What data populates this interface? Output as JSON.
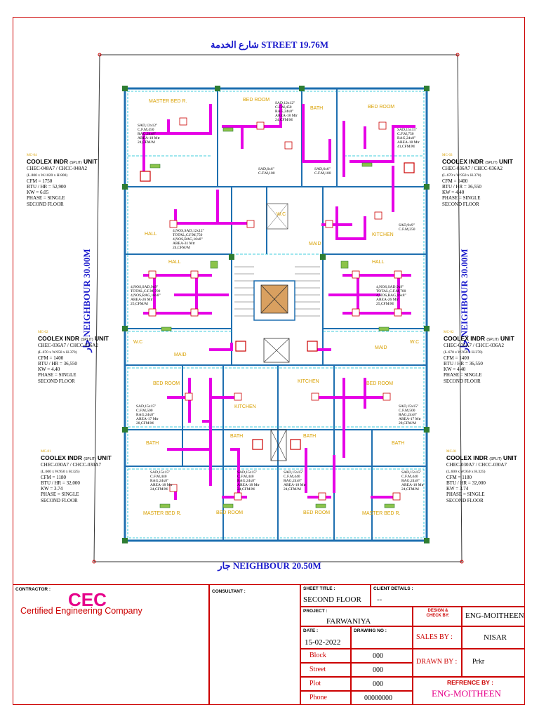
{
  "header": {
    "street_label": "شارع الخدمة STREET 19.76M",
    "neighbour_left": "جار NEIGHBOUR 30.00M",
    "neighbour_right": "جار NEIGHBOUR 30.00M",
    "neighbour_bottom": "جار NEIGHBOUR 20.50M"
  },
  "units": [
    {
      "tag": "MC-04",
      "title": "COOLEX INDR",
      "title_small": "(SPLIT)",
      "title_end": "UNIT",
      "model": "CHEC-048A7 / CHCC-048A2",
      "dims": "(L.800 x W.1020 x H.800)",
      "cfm": "CFM = 1750",
      "btu": "BTU / HR = 52,900",
      "kw": "KW = 6.05",
      "phase": "PHASE = SINGLE",
      "floor": "SECOND FLOOR"
    },
    {
      "tag": "MC-03",
      "title": "COOLEX INDR",
      "title_small": "(SPLIT)",
      "title_end": "UNIT",
      "model": "CHEC-036A7 / CHCC-036A2",
      "dims": "(L.670 x W.950 x H.370)",
      "cfm": "CFM = 1400",
      "btu": "BTU / HR = 36,550",
      "kw": "KW = 4.40",
      "phase": "PHASE = SINGLE",
      "floor": "SECOND FLOOR"
    },
    {
      "tag": "MC-02",
      "title": "COOLEX INDR",
      "title_small": "(SPLIT)",
      "title_end": "UNIT",
      "model": "CHEC-036A7 / CHCC-036A2",
      "dims": "(L.670 x W.950 x H.370)",
      "cfm": "CFM = 1400",
      "btu": "BTU / HR = 36,550",
      "kw": "KW = 4.40",
      "phase": "PHASE = SINGLE",
      "floor": "SECOND FLOOR"
    },
    {
      "tag": "MC-02",
      "title": "COOLEX INDR",
      "title_small": "(SPLIT)",
      "title_end": "UNIT",
      "model": "CHEC-036A7 / CHCC-036A2",
      "dims": "(L.670 x W.950 x H.370)",
      "cfm": "CFM = 1400",
      "btu": "BTU / HR = 36,550",
      "kw": "KW = 4.40",
      "phase": "PHASE = SINGLE",
      "floor": "SECOND FLOOR"
    },
    {
      "tag": "MC-01",
      "title": "COOLEX INDR",
      "title_small": "(SPLIT)",
      "title_end": "UNIT",
      "model": "CHEC-030A7 / CHCC-030A7",
      "dims": "(L.600 x W.950 x H.325)",
      "cfm": "CFM = 1180",
      "btu": "BTU / HR = 32,000",
      "kw": "KW = 3.74",
      "phase": "PHASE = SINGLE",
      "floor": "SECOND FLOOR"
    },
    {
      "tag": "MC-01",
      "title": "COOLEX INDR",
      "title_small": "(SPLIT)",
      "title_end": "UNIT",
      "model": "CHEC-030A7 / CHCC-030A7",
      "dims": "(L.600 x W.950 x H.325)",
      "cfm": "CFM = 1180",
      "btu": "BTU / HR = 32,000",
      "kw": "KW = 3.74",
      "phase": "PHASE = SINGLE",
      "floor": "SECOND FLOOR"
    }
  ],
  "rooms": {
    "master_bed_tl": "MASTER BED R.",
    "bed_room_top": "BED ROOM",
    "bath_top": "BATH",
    "bed_room_tr": "BED ROOM",
    "hall_left": "HALL",
    "wc_top": "W.C",
    "kitchen_top": "KITCHEN",
    "maid_top": "MAID",
    "hall_ml": "HALL",
    "hall_mr": "HALL",
    "wc_ml": "W.C",
    "wc_mr": "W.C",
    "maid_ml": "MAID",
    "maid_mr": "MAID",
    "bed_room_ml": "BED ROOM",
    "kitchen_mid_l": "KITCHEN",
    "kitchen_mid_r": "KITCHEN",
    "bed_room_mr": "BED ROOM",
    "bath_bl": "BATH",
    "bath_bc1": "BATH",
    "bath_bc2": "BATH",
    "bath_br": "BATH",
    "master_bed_bl": "MASTER BED R.",
    "bed_room_bc1": "BED ROOM",
    "bed_room_bc2": "BED ROOM",
    "master_bed_br": "MASTER BED R."
  },
  "notes": {
    "n1": "SAD,12x12\"\nC.F.M,450\nRAG,24x8\"\nAREA-18 Mtr\n24,CFM/M",
    "n2": "SAD,12x12\"\nC.F.M,450\nRAG,24x8\"\nAREA-18 Mtr\n24,CFM/M",
    "n3": "SAD,15x15\"\nC.F.M,750\nRAG,24x8\"\nAREA-18 Mtr\n41,CFM/M",
    "n4": "SAD,6x6\"\nC.F.M,100",
    "n5": "SAD,6x6\"\nC.F.M,100",
    "n6": "4,NOS,SAD,12x12\"\nTOTAL,C.F.M,750\n4,NOS,RAG,16x8\"\nAREA-31 Mtr\n24,CFM/M",
    "n7": "SAD,9x9\"\nC.F.M,250",
    "n8": "4,NOS,SAD,9x9\"\nTOTAL,C.F.M,700\n4,NOS,RAG,16x8\"\nAREA-26 Mtr\n25,CFM/M",
    "n9": "4,NOS,SAD,9x9\"\nTOTAL,C.F.M,700\n4,NOS,RAG,16x8\"\nAREA-26 Mtr\n25,CFM/M",
    "n10": "SAD,15x15\"\nC.F.M,500\nRAG,24x8\"\nAREA-17 Mtr\n28,CFM/M",
    "n11": "SAD,15x15\"\nC.F.M,500\nRAG,24x8\"\nAREA-17 Mtr\n28,CFM/M",
    "n12": "SAD,15x15\"\nC.F.M,440\nRAG,24x8\"\nAREA-18 Mtr\n24,CFM/M",
    "n13": "SAD,15x15\"\nC.F.M,440\nRAG,24x8\"\nAREA-18 Mtr\n24,CFM/M",
    "n14": "SAD,15x15\"\nC.F.M,440\nRAG,24x8\"\nAREA-18 Mtr\n24,CFM/M",
    "n15": "SAD,15x15\"\nC.F.M,440\nRAG,24x8\"\nAREA-18 Mtr\n24,CFM/M"
  },
  "title_block": {
    "contractor_label": "CONTRACTOR :",
    "company_short": "CEC",
    "company_name": "Certified Engineering Company",
    "consultant_label": "CONSULTANT :",
    "sheet_title_label": "SHEET TITLE :",
    "sheet_title": "SECOND FLOOR",
    "client_details_label": "CLIENT DETAILS :",
    "client_details": "--",
    "project_label": "PROJECT :",
    "project": "FARWANIYA",
    "design_check_label": "DESIGN & CHECK BY:",
    "design_check": "ENG-MOITHEEN",
    "date_label": "DATE :",
    "date": "15-02-2022",
    "drawing_no_label": "DRAWING NO :",
    "sales_by_label": "SALES BY :",
    "sales_by": "NISAR",
    "block_label": "Block",
    "block": "000",
    "drawn_by_label": "DRAWN BY :",
    "drawn_by": "Prkr",
    "street_label": "Street",
    "street": "000",
    "plot_label": "Plot",
    "plot": "000",
    "refrence_label": "REFRENCE BY :",
    "refrence": "ENG-MOITHEEN",
    "phone_label": "Phone",
    "phone": "00000000"
  }
}
